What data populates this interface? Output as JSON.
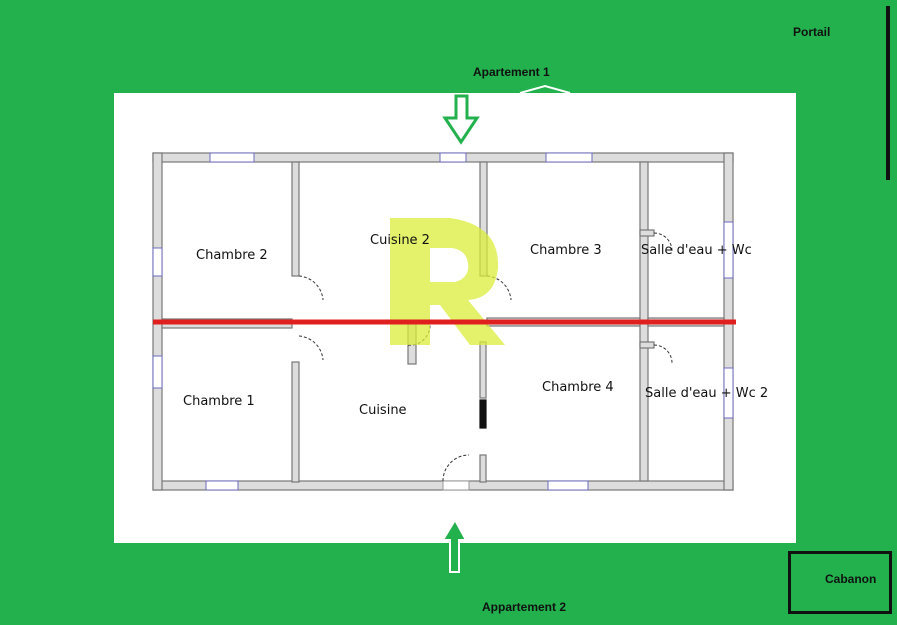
{
  "labels": {
    "portail": "Portail",
    "appartement1": "Apartement 1",
    "appartement2": "Appartement 2",
    "cabanon": "Cabanon"
  },
  "rooms": {
    "chambre2": "Chambre 2",
    "chambre1": "Chambre 1",
    "cuisine2": "Cuisine 2",
    "cuisine": "Cuisine",
    "chambre3": "Chambre 3",
    "chambre4": "Chambre 4",
    "salle_eau_wc": "Salle d'eau + Wc",
    "salle_eau_wc2": "Salle d'eau + Wc 2"
  },
  "colors": {
    "background": "#22b14c",
    "plan_background": "#ffffff",
    "wall": "#888888",
    "divider_line": "#e0201f",
    "arrow": "#22b14c",
    "watermark": "#d9ec3a"
  },
  "icons": {
    "entry_arrow_top": "arrow-down-icon",
    "entry_arrow_bottom": "arrow-up-icon",
    "watermark": "r-logo-watermark"
  }
}
